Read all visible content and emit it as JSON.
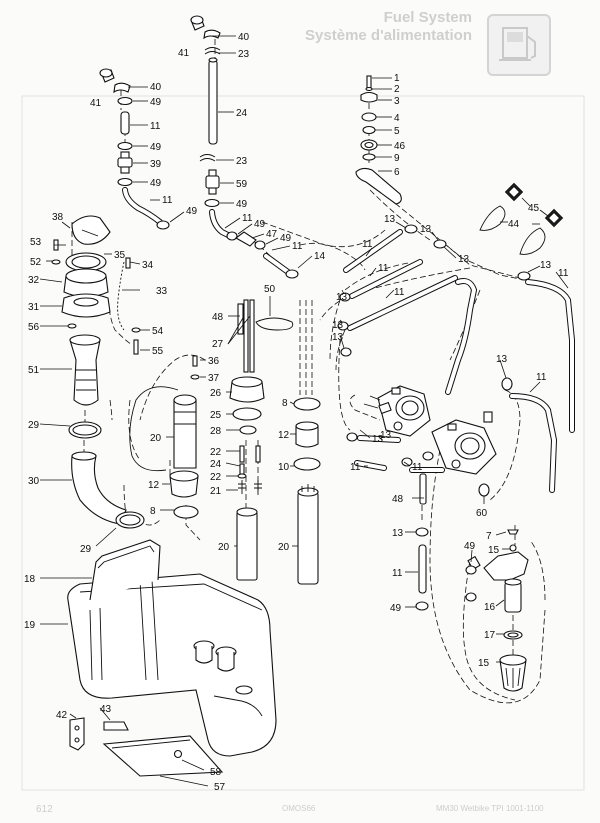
{
  "header": {
    "title_en": "Fuel System",
    "title_fr": "Système d'alimentation"
  },
  "footer": {
    "page_number": "612",
    "center_text": "OMOS66",
    "right_text": "MM30 Wetbike TPI 1001-1100"
  },
  "callouts": [
    {
      "id": "c40a",
      "label": "40"
    },
    {
      "id": "c41a",
      "label": "41"
    },
    {
      "id": "c23a",
      "label": "23"
    },
    {
      "id": "c40b",
      "label": "40"
    },
    {
      "id": "c41b",
      "label": "41"
    },
    {
      "id": "c49a",
      "label": "49"
    },
    {
      "id": "c11a",
      "label": "11"
    },
    {
      "id": "c49b",
      "label": "49"
    },
    {
      "id": "c39",
      "label": "39"
    },
    {
      "id": "c49c",
      "label": "49"
    },
    {
      "id": "c24",
      "label": "24"
    },
    {
      "id": "c23b",
      "label": "23"
    },
    {
      "id": "c59",
      "label": "59"
    },
    {
      "id": "c49d",
      "label": "49"
    },
    {
      "id": "c11b",
      "label": "11"
    },
    {
      "id": "c49e",
      "label": "49"
    },
    {
      "id": "c11c",
      "label": "11"
    },
    {
      "id": "c49f",
      "label": "49"
    },
    {
      "id": "c47",
      "label": "47"
    },
    {
      "id": "c49g",
      "label": "49"
    },
    {
      "id": "c11d",
      "label": "11"
    },
    {
      "id": "c14",
      "label": "14"
    },
    {
      "id": "c1",
      "label": "1"
    },
    {
      "id": "c2",
      "label": "2"
    },
    {
      "id": "c3",
      "label": "3"
    },
    {
      "id": "c4",
      "label": "4"
    },
    {
      "id": "c5",
      "label": "5"
    },
    {
      "id": "c46",
      "label": "46"
    },
    {
      "id": "c9",
      "label": "9"
    },
    {
      "id": "c6",
      "label": "6"
    },
    {
      "id": "c45",
      "label": "45"
    },
    {
      "id": "c44",
      "label": "44"
    },
    {
      "id": "c13a",
      "label": "13"
    },
    {
      "id": "c11e",
      "label": "11"
    },
    {
      "id": "c13b",
      "label": "13"
    },
    {
      "id": "c11f",
      "label": "11"
    },
    {
      "id": "c13c",
      "label": "13"
    },
    {
      "id": "c11g",
      "label": "11"
    },
    {
      "id": "c13d",
      "label": "13"
    },
    {
      "id": "c11h",
      "label": "11"
    },
    {
      "id": "c13e",
      "label": "13"
    },
    {
      "id": "c13f",
      "label": "13"
    },
    {
      "id": "c13g",
      "label": "13"
    },
    {
      "id": "c13h",
      "label": "13"
    },
    {
      "id": "c11i",
      "label": "11"
    },
    {
      "id": "c13i",
      "label": "13"
    },
    {
      "id": "c11j",
      "label": "11"
    },
    {
      "id": "c11k",
      "label": "11"
    },
    {
      "id": "c13j",
      "label": "13"
    },
    {
      "id": "c48b",
      "label": "48"
    },
    {
      "id": "c60",
      "label": "60"
    },
    {
      "id": "c38",
      "label": "38"
    },
    {
      "id": "c53",
      "label": "53"
    },
    {
      "id": "c35",
      "label": "35"
    },
    {
      "id": "c34",
      "label": "34"
    },
    {
      "id": "c52",
      "label": "52"
    },
    {
      "id": "c32",
      "label": "32"
    },
    {
      "id": "c33",
      "label": "33"
    },
    {
      "id": "c31",
      "label": "31"
    },
    {
      "id": "c56",
      "label": "56"
    },
    {
      "id": "c54",
      "label": "54"
    },
    {
      "id": "c55",
      "label": "55"
    },
    {
      "id": "c51",
      "label": "51"
    },
    {
      "id": "c50",
      "label": "50"
    },
    {
      "id": "c48a",
      "label": "48"
    },
    {
      "id": "c27",
      "label": "27"
    },
    {
      "id": "c36",
      "label": "36"
    },
    {
      "id": "c37",
      "label": "37"
    },
    {
      "id": "c26",
      "label": "26"
    },
    {
      "id": "c8a",
      "label": "8"
    },
    {
      "id": "c25",
      "label": "25"
    },
    {
      "id": "c29a",
      "label": "29"
    },
    {
      "id": "c20a",
      "label": "20"
    },
    {
      "id": "c28",
      "label": "28"
    },
    {
      "id": "c12a",
      "label": "12"
    },
    {
      "id": "c22a",
      "label": "22"
    },
    {
      "id": "c24b",
      "label": "24"
    },
    {
      "id": "c10",
      "label": "10"
    },
    {
      "id": "c22b",
      "label": "22"
    },
    {
      "id": "c30",
      "label": "30"
    },
    {
      "id": "c12b",
      "label": "12"
    },
    {
      "id": "c21",
      "label": "21"
    },
    {
      "id": "c8b",
      "label": "8"
    },
    {
      "id": "c29b",
      "label": "29"
    },
    {
      "id": "c20b",
      "label": "20"
    },
    {
      "id": "c20c",
      "label": "20"
    },
    {
      "id": "c13k",
      "label": "13"
    },
    {
      "id": "c7",
      "label": "7"
    },
    {
      "id": "c49h",
      "label": "49"
    },
    {
      "id": "c15a",
      "label": "15"
    },
    {
      "id": "c18",
      "label": "18"
    },
    {
      "id": "c11l",
      "label": "11"
    },
    {
      "id": "c16",
      "label": "16"
    },
    {
      "id": "c19",
      "label": "19"
    },
    {
      "id": "c49i",
      "label": "49"
    },
    {
      "id": "c17",
      "label": "17"
    },
    {
      "id": "c15b",
      "label": "15"
    },
    {
      "id": "c42",
      "label": "42"
    },
    {
      "id": "c43",
      "label": "43"
    },
    {
      "id": "c58",
      "label": "58"
    },
    {
      "id": "c57",
      "label": "57"
    }
  ]
}
